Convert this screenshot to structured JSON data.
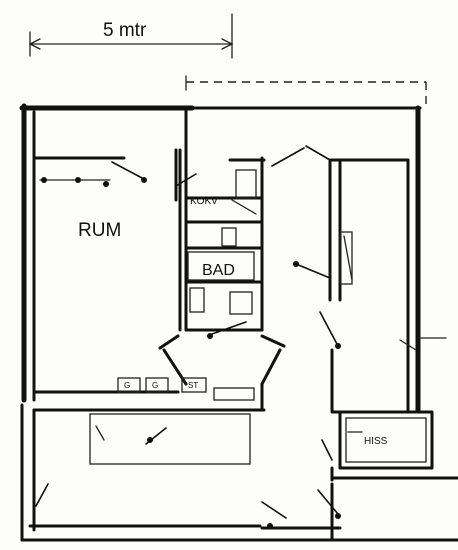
{
  "scale_bar": {
    "label": "5 mtr"
  },
  "rooms": {
    "rum": "RUM",
    "kokv": "KOKV",
    "bad": "BAD",
    "hiss": "HISS"
  },
  "fixtures": {
    "g1": "G",
    "g2": "G",
    "st": "ST"
  }
}
